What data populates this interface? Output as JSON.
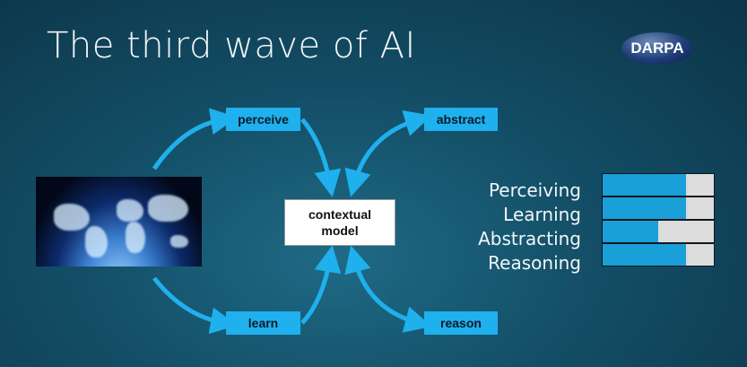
{
  "title": "The third wave of AI",
  "logo": "DARPA",
  "diagram": {
    "perceive": "perceive",
    "abstract": "abstract",
    "learn": "learn",
    "reason": "reason",
    "center_line1": "contextual",
    "center_line2": "model"
  },
  "capabilities": [
    {
      "label": "Perceiving",
      "level": 0.75
    },
    {
      "label": "Learning",
      "level": 0.75
    },
    {
      "label": "Abstracting",
      "level": 0.5
    },
    {
      "label": "Reasoning",
      "level": 0.75
    }
  ],
  "colors": {
    "accent": "#1fb0ee",
    "bar_fill": "#1a9fd8",
    "bar_empty": "#dcdcdc"
  }
}
